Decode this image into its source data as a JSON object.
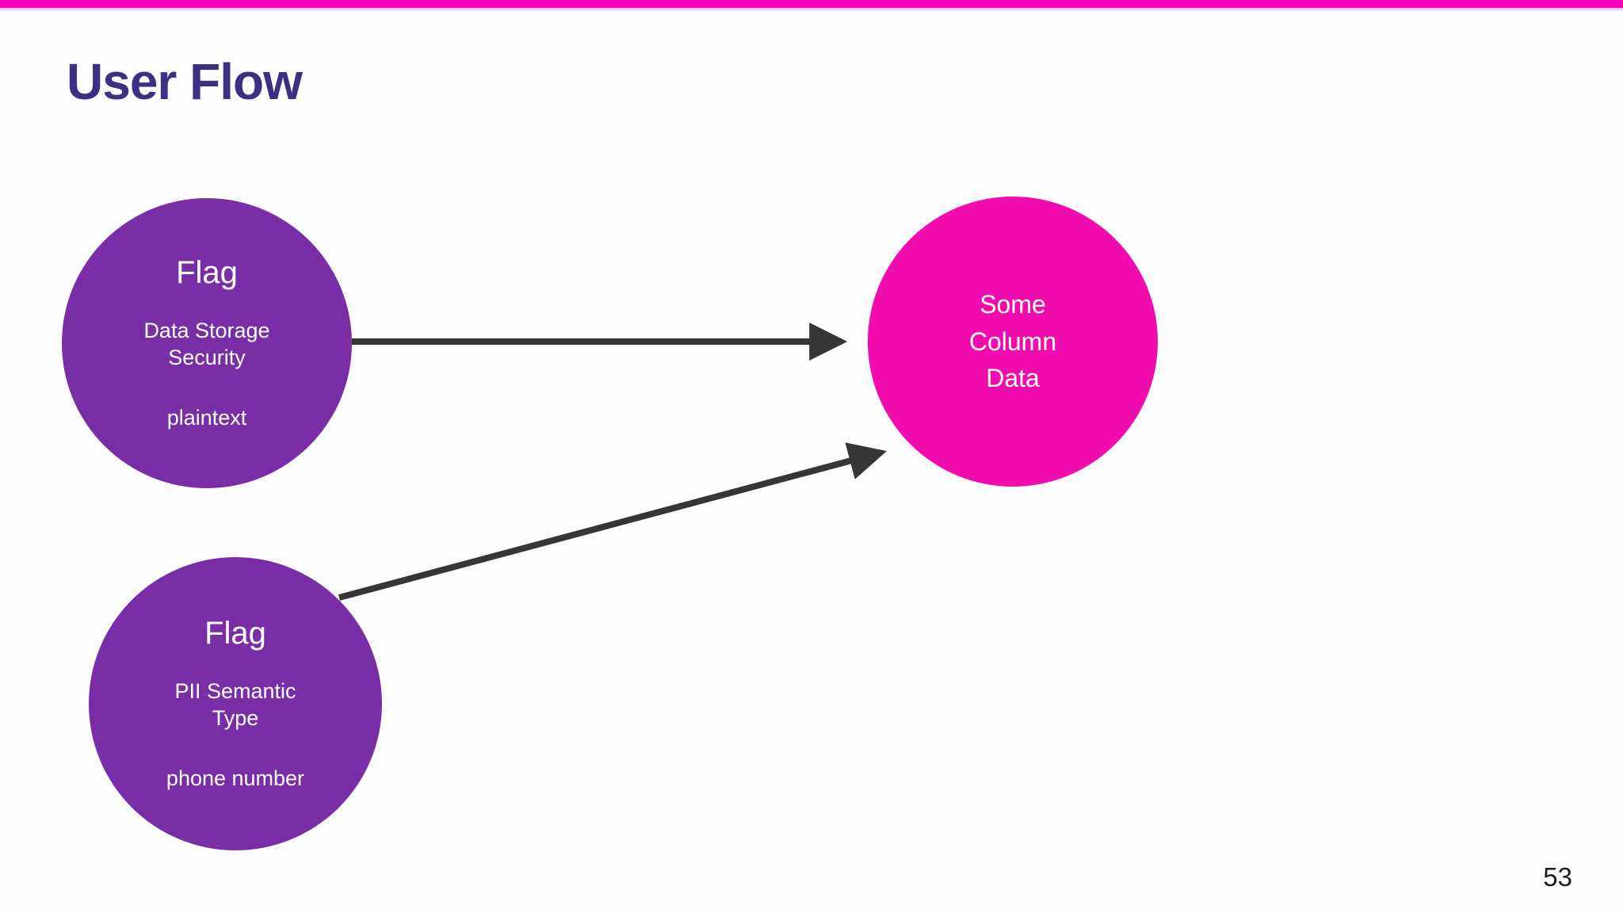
{
  "slide": {
    "title": "User Flow",
    "page_number": "53"
  },
  "colors": {
    "accent_bar": "#fb00c1",
    "node_purple": "#7a2ea5",
    "node_pink": "#f10cae",
    "arrow": "#363636",
    "title_text": "#3c3083",
    "node_text": "#ffffff",
    "background": "#fdfdff"
  },
  "diagram": {
    "nodes": [
      {
        "id": "flag-data-storage-security",
        "title": "Flag",
        "sub_line1": "Data Storage",
        "sub_line2": "Security",
        "value": "plaintext"
      },
      {
        "id": "flag-pii-semantic-type",
        "title": "Flag",
        "sub_line1": "PII Semantic",
        "sub_line2": "Type",
        "value": "phone number"
      },
      {
        "id": "some-column-data",
        "line1": "Some",
        "line2": "Column",
        "line3": "Data"
      }
    ],
    "edges": [
      {
        "from": "flag-data-storage-security",
        "to": "some-column-data"
      },
      {
        "from": "flag-pii-semantic-type",
        "to": "some-column-data"
      }
    ]
  }
}
